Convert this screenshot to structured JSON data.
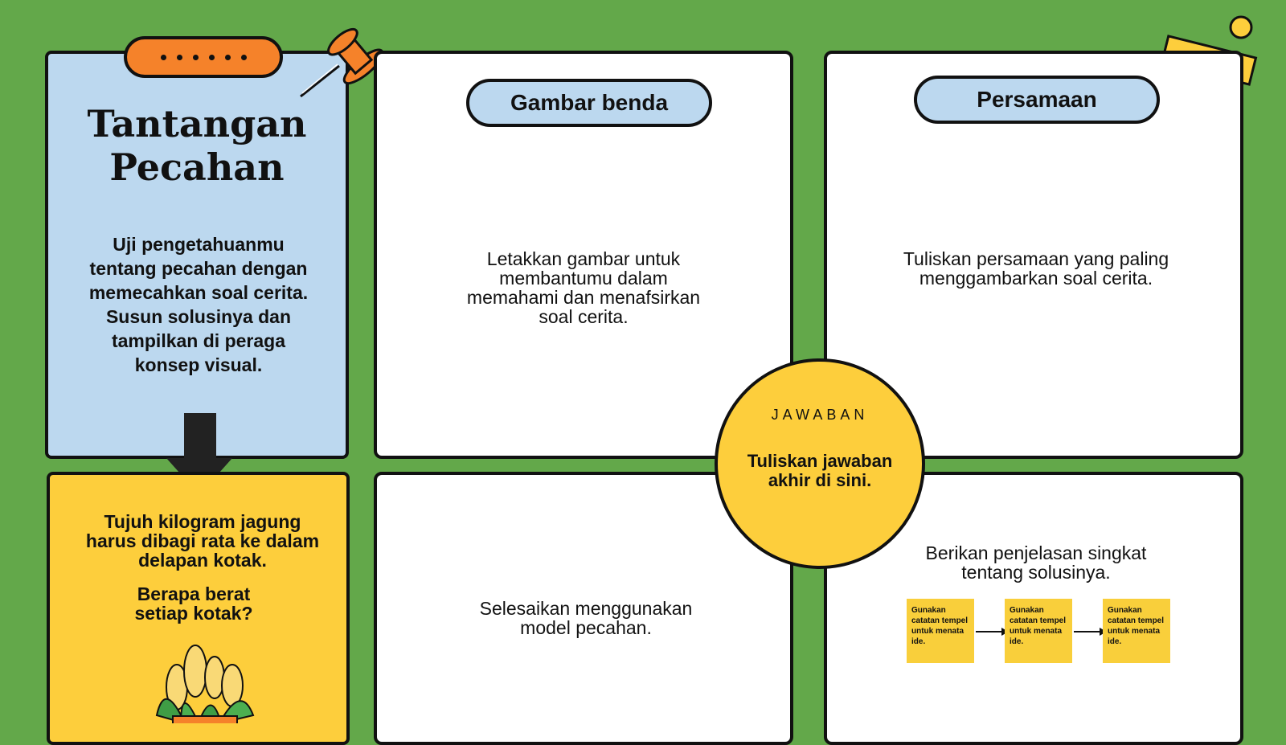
{
  "challenge": {
    "title_line1": "Tantangan",
    "title_line2": "Pecahan",
    "description": "Uji pengetahuanmu tentang pecahan dengan memecahkan soal cerita. Susun solusinya dan tampilkan di peraga konsep visual."
  },
  "problem": {
    "statement": "Tujuh kilogram jagung harus dibagi rata ke dalam delapan kotak.",
    "question": "Berapa berat setiap kotak?"
  },
  "picture_panel": {
    "heading": "Gambar benda",
    "instruction": "Letakkan gambar untuk membantumu dalam memahami dan menafsirkan soal cerita."
  },
  "equation_panel": {
    "heading": "Persamaan",
    "instruction": "Tuliskan persamaan yang paling menggambarkan soal cerita."
  },
  "model_panel": {
    "instruction": "Selesaikan menggunakan model pecahan."
  },
  "explain_panel": {
    "instruction": "Berikan penjelasan singkat tentang solusinya.",
    "notes": [
      "Gunakan catatan tempel untuk menata ide.",
      "Gunakan catatan tempel untuk menata ide.",
      "Gunakan catatan tempel untuk menata ide."
    ]
  },
  "answer": {
    "label": "JAWABAN",
    "text": "Tuliskan jawaban akhir di sini."
  },
  "colors": {
    "background": "#63a84a",
    "blue_card": "#bcd8ef",
    "yellow": "#fdce3c",
    "orange": "#f5822a"
  }
}
